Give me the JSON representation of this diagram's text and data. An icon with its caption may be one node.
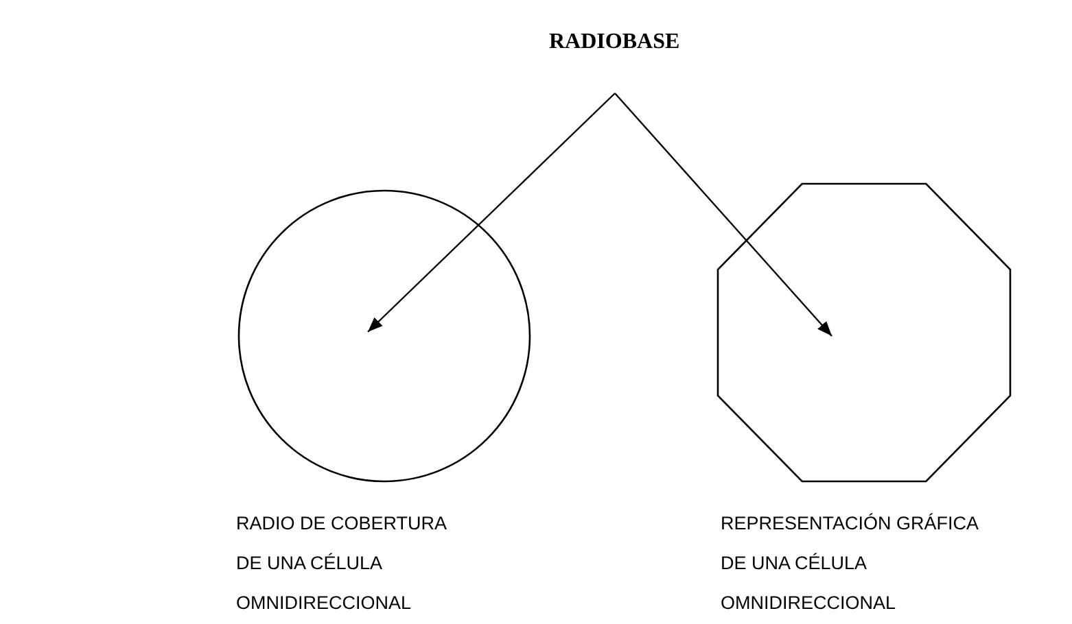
{
  "diagram": {
    "nodes": [
      {
        "text": [
          "RADIOBASE"
        ]
      },
      {
        "text": [],
        "shape": "circle",
        "beside": [
          "RADIO DE COBERTURA DE UNA CÉLULA OMNIDIRECCIONAL"
        ]
      },
      {
        "text": [],
        "shape": "octagon",
        "beside": [
          "REPRESENTACIÓN GRÁFICA DE UNA CÉLULA OMNIDIRECCIONAL"
        ]
      }
    ],
    "edges": [
      {
        "from": 0,
        "to": 1,
        "arrow": "to"
      },
      {
        "from": 0,
        "to": 2,
        "arrow": "to"
      }
    ]
  }
}
